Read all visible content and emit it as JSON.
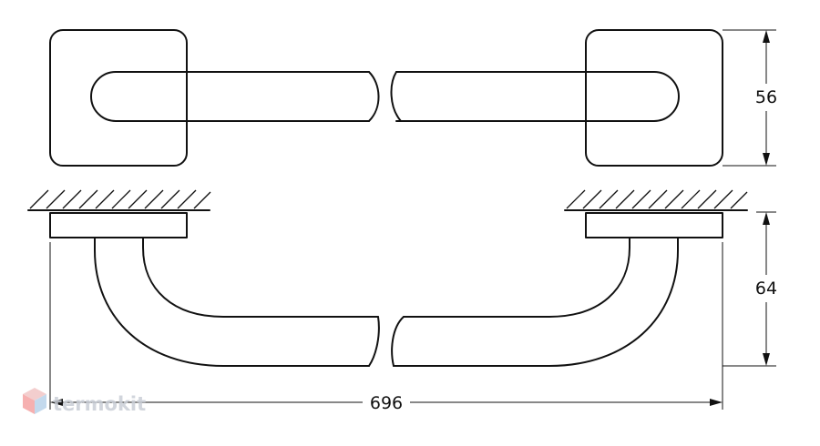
{
  "dimensions": {
    "height_top": "56",
    "height_bottom": "64",
    "width_overall": "696"
  },
  "watermark": {
    "text": "termokit",
    "colors": {
      "top": "#f2c6c6",
      "left": "#f5a3a3",
      "right": "#b9d3ea"
    }
  },
  "colors": {
    "line": "#111111",
    "watermark_text": "#c9ced6"
  }
}
